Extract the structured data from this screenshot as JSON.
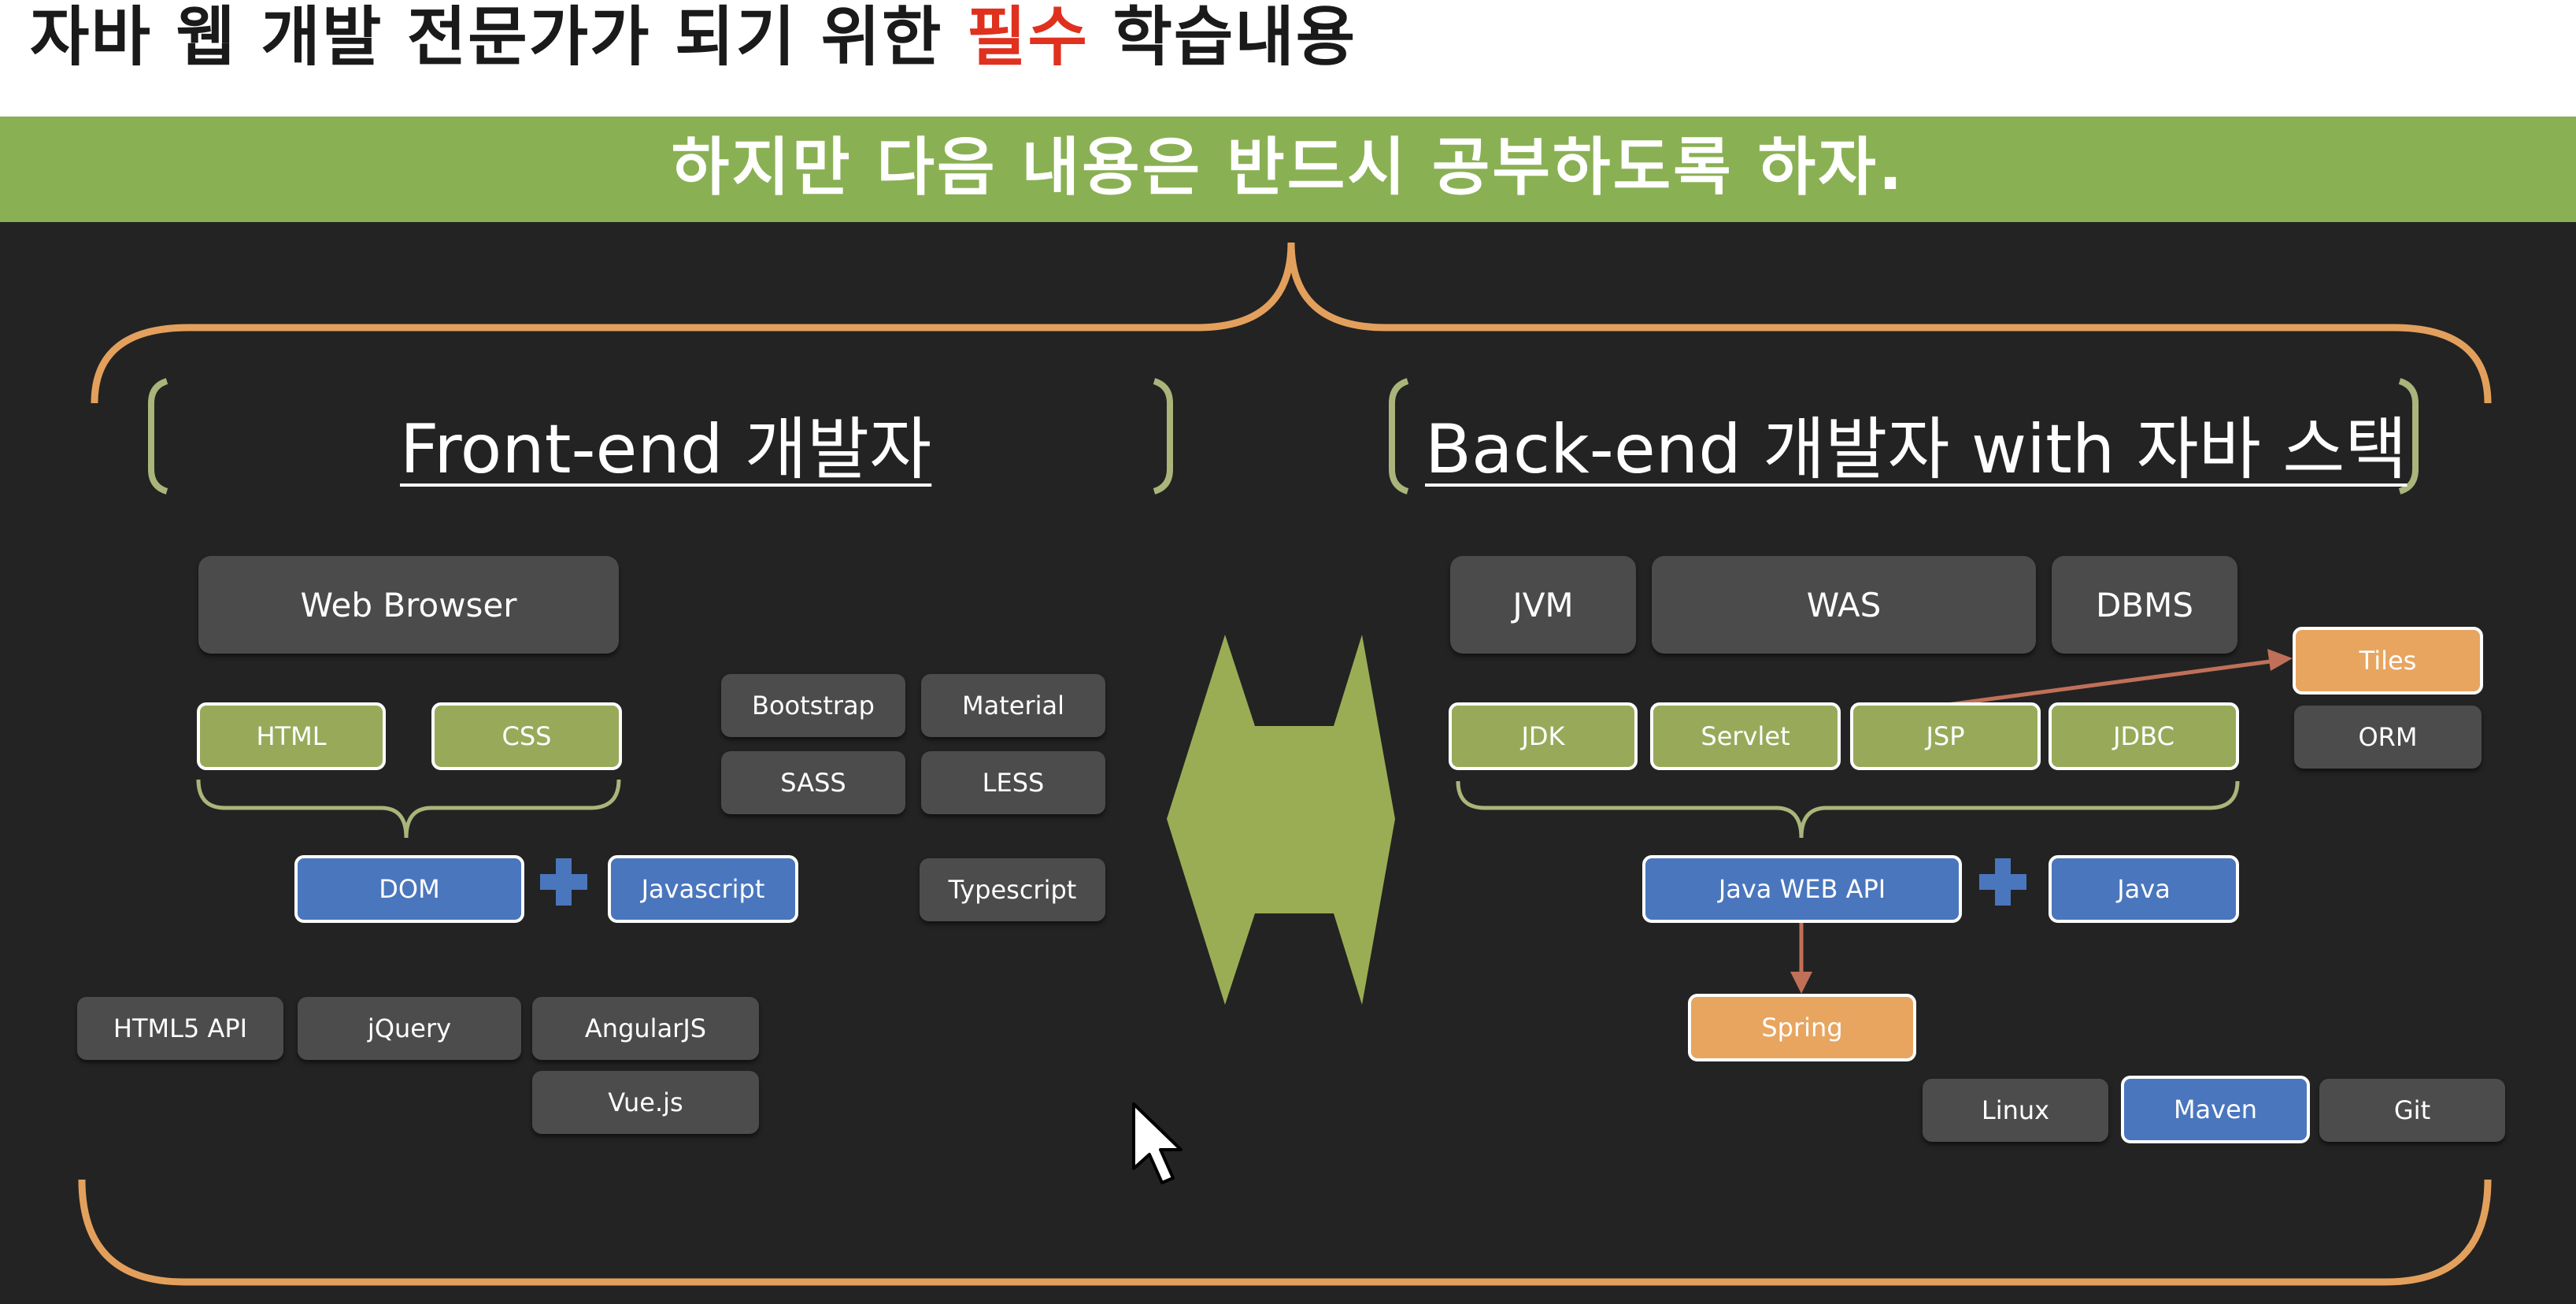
{
  "slide": {
    "title_before": "자바 웹 개발 전문가가 되기 위한 ",
    "title_highlight": "필수",
    "title_after": " 학습내용",
    "banner": "하지만 다음 내용은 반드시 공부하도록 하자."
  },
  "colors": {
    "background": "#232323",
    "banner_green": "#8ab054",
    "highlight_red": "#e0301e",
    "brace_orange": "#e3a05c",
    "bracket_olive": "#a9b57a",
    "box_gray": "#4c4c4c",
    "box_green": "#98aa5a",
    "box_blue": "#4a76bd",
    "box_orange": "#e8a560",
    "arrow_red": "#c07058"
  },
  "frontend": {
    "heading": "Front-end 개발자",
    "web_browser": "Web Browser",
    "html": "HTML",
    "css": "CSS",
    "dom": "DOM",
    "javascript": "Javascript",
    "bootstrap": "Bootstrap",
    "material": "Material",
    "sass": "SASS",
    "less": "LESS",
    "typescript": "Typescript",
    "html5_api": "HTML5 API",
    "jquery": "jQuery",
    "angularjs": "AngularJS",
    "vuejs": "Vue.js"
  },
  "backend": {
    "heading": "Back-end 개발자 with 자바 스택",
    "jvm": "JVM",
    "was": "WAS",
    "dbms": "DBMS",
    "jdk": "JDK",
    "servlet": "Servlet",
    "jsp": "JSP",
    "jdbc": "JDBC",
    "tiles": "Tiles",
    "orm": "ORM",
    "java_web_api": "Java WEB API",
    "java": "Java",
    "spring": "Spring",
    "linux": "Linux",
    "maven": "Maven",
    "git": "Git"
  },
  "icons": {
    "plus": "plus-icon",
    "double_arrow": "double-arrow-icon",
    "cursor": "mouse-cursor-icon"
  }
}
